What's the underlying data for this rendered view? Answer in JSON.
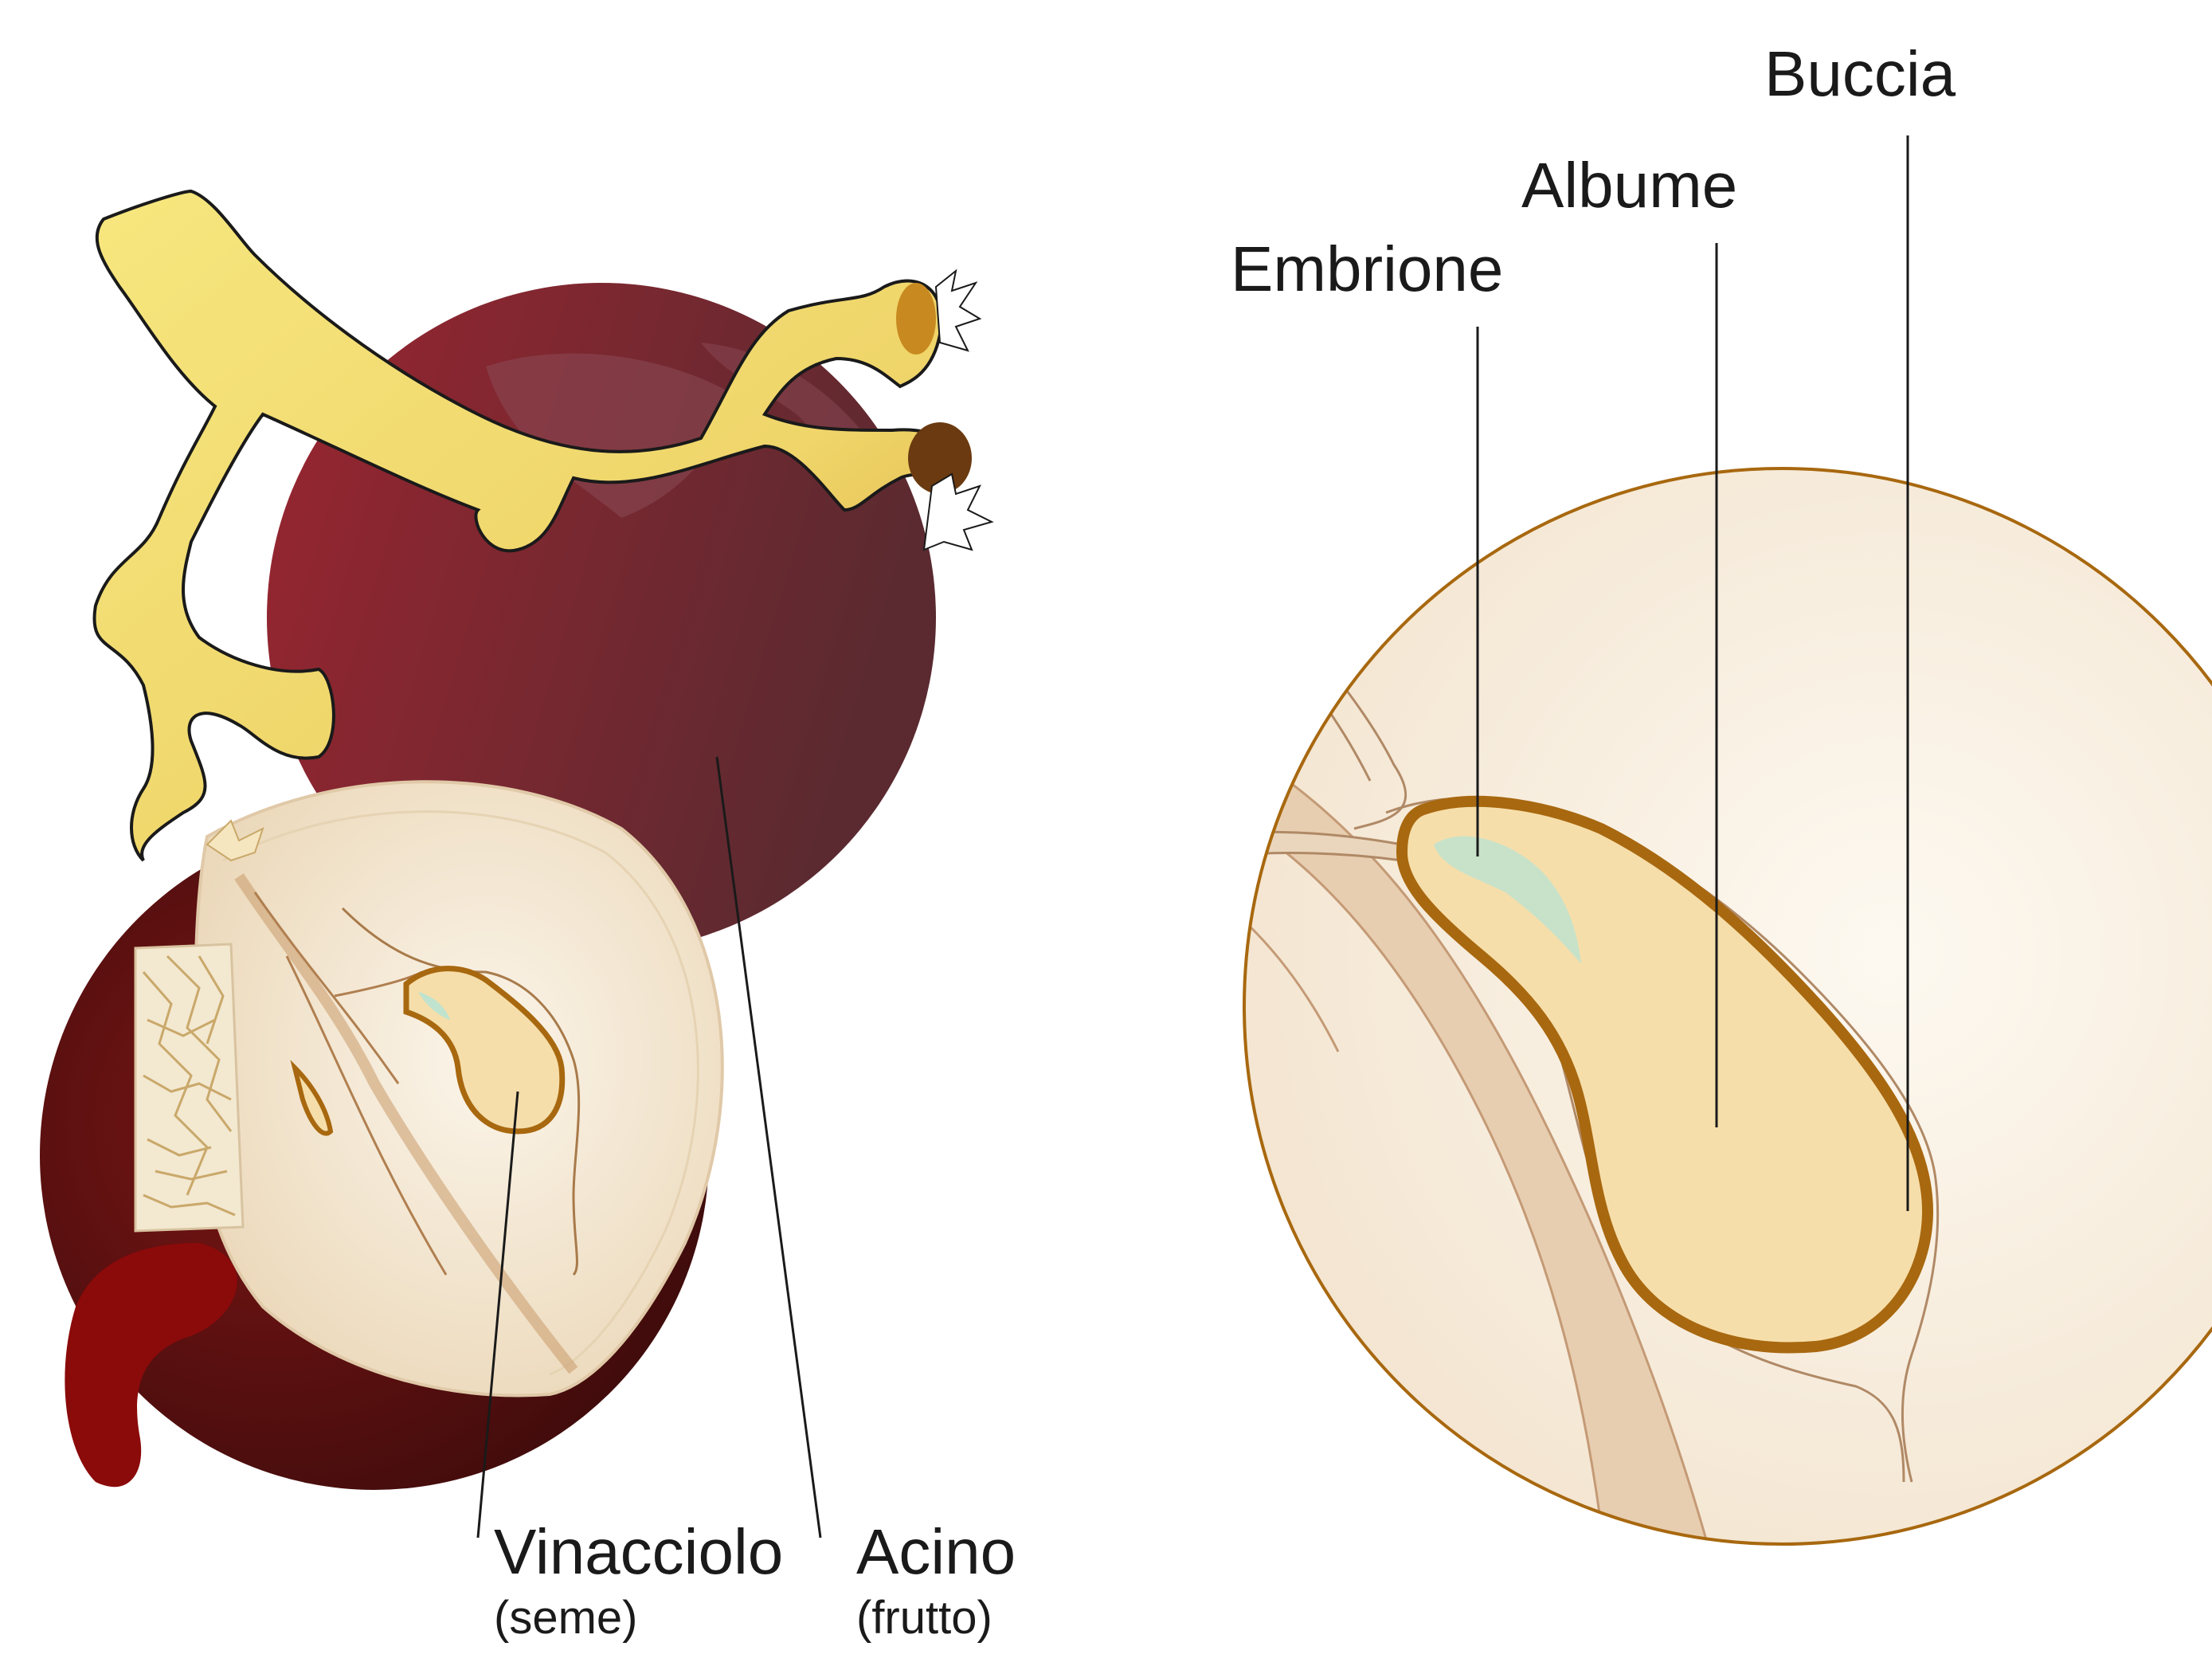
{
  "labels": {
    "seed": {
      "main": "Vinacciolo",
      "sub": "(seme)"
    },
    "berry": {
      "main": "Acino",
      "sub": "(frutto)"
    },
    "embryo": "Embrione",
    "endosperm": "Albume",
    "husk": "Buccia"
  },
  "colors": {
    "berry_dark": "#7a2530",
    "berry_cut_skin": "#4a1010",
    "juice": "#8b0a0a",
    "stem_light": "#f4e47a",
    "stem_dark": "#d4a030",
    "flesh": "#f6ecdb",
    "seed_fill": "#f5deaa",
    "seed_outline": "#a8680f",
    "embryo": "#bfe3cf",
    "leader_line": "#1a1a1a"
  }
}
